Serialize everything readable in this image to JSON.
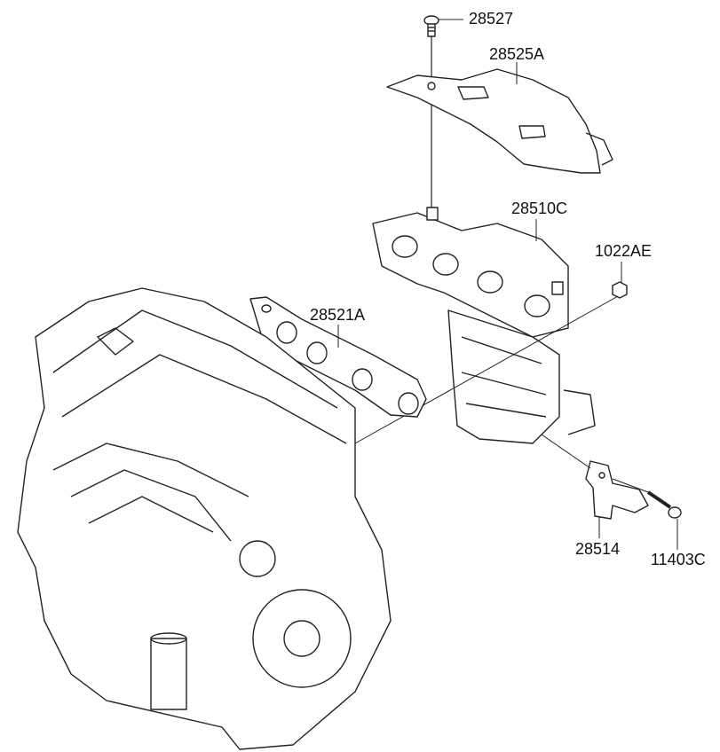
{
  "diagram": {
    "type": "exploded-parts-diagram",
    "subject": "Exhaust manifold / catalytic converter assembly on engine",
    "callouts": [
      {
        "id": "heat-shield-bolt",
        "part_number": "28527"
      },
      {
        "id": "heat-shield",
        "part_number": "28525A"
      },
      {
        "id": "exhaust-manifold-catalytic-converter",
        "part_number": "28510C"
      },
      {
        "id": "nut",
        "part_number": "1022AE"
      },
      {
        "id": "manifold-gasket",
        "part_number": "28521A"
      },
      {
        "id": "bracket",
        "part_number": "28514"
      },
      {
        "id": "bracket-bolt",
        "part_number": "11403C"
      }
    ]
  }
}
